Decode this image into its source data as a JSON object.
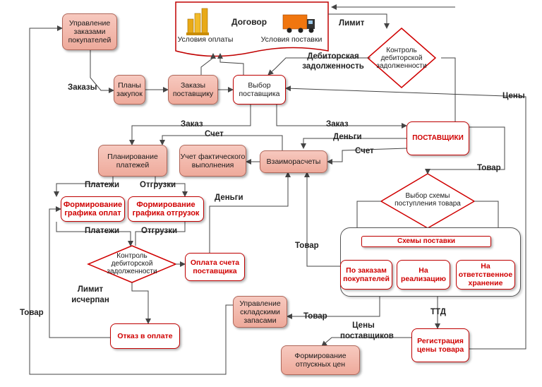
{
  "contract": {
    "title": "Договор",
    "payment_terms": "Условия оплаты",
    "delivery_terms": "Условия поставки"
  },
  "nodes": {
    "customer_orders_mgmt": "Управление заказами покупателей",
    "purchase_plans": "Планы закупок",
    "supplier_orders": "Заказы поставщику",
    "supplier_choice": "Выбор поставщика",
    "receivables_control_top": "Контроль дебиторской задолженности",
    "suppliers": "ПОСТАВЩИКИ",
    "payment_planning": "Планирование платежей",
    "actual_execution": "Учет фактического выполнения",
    "settlements": "Взаиморасчеты",
    "payment_schedule": "Формирование графика оплат",
    "shipment_schedule": "Формирование графика отгрузок",
    "receivables_control_bottom": "Контроль дебиторской задолженности",
    "invoice_payment": "Оплата счета поставщика",
    "payment_refusal": "Отказ в оплате",
    "warehouse_mgmt": "Управление складскими запасами",
    "price_formation": "Формирование отпускных цен",
    "price_registration": "Регистрация цены товара",
    "scheme_choice": "Выбор схемы поступления товара",
    "delivery_schemes": "Схемы поставки",
    "by_customer_orders": "По заказам покупателей",
    "on_consignment": "На реализацию",
    "custody": "На ответственное хранение"
  },
  "labels": {
    "orders": "Заказы",
    "limit_top": "Лимит",
    "receivables": "Дебиторская задолженность",
    "prices": "Цены",
    "order_left": "Заказ",
    "order_right": "Заказ",
    "invoice_top": "Счет",
    "money_top": "Деньги",
    "invoice_right": "Счет",
    "goods_right": "Товар",
    "payments_top": "Платежи",
    "shipments_top": "Отгрузки",
    "money_mid": "Деньги",
    "payments_bottom": "Платежи",
    "shipments_bottom": "Отгрузки",
    "goods_mid": "Товар",
    "limit_exhausted": "Лимит исчерпан",
    "goods_left": "Товар",
    "goods_warehouse": "Товар",
    "ttd": "ТТД",
    "supplier_prices": "Цены поставщиков"
  }
}
